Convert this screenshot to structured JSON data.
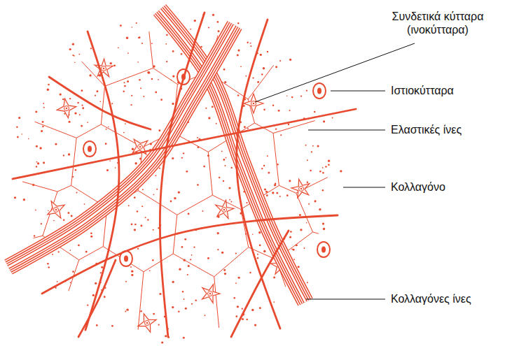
{
  "diagram": {
    "labels": [
      "Συνδετικά κύτταρα (ινοκύτταρα)",
      "Ιστιοκύτταρα",
      "Ελαστικές ίνες",
      "Κολλαγόνο",
      "Κολλαγόνες ίνες"
    ]
  }
}
